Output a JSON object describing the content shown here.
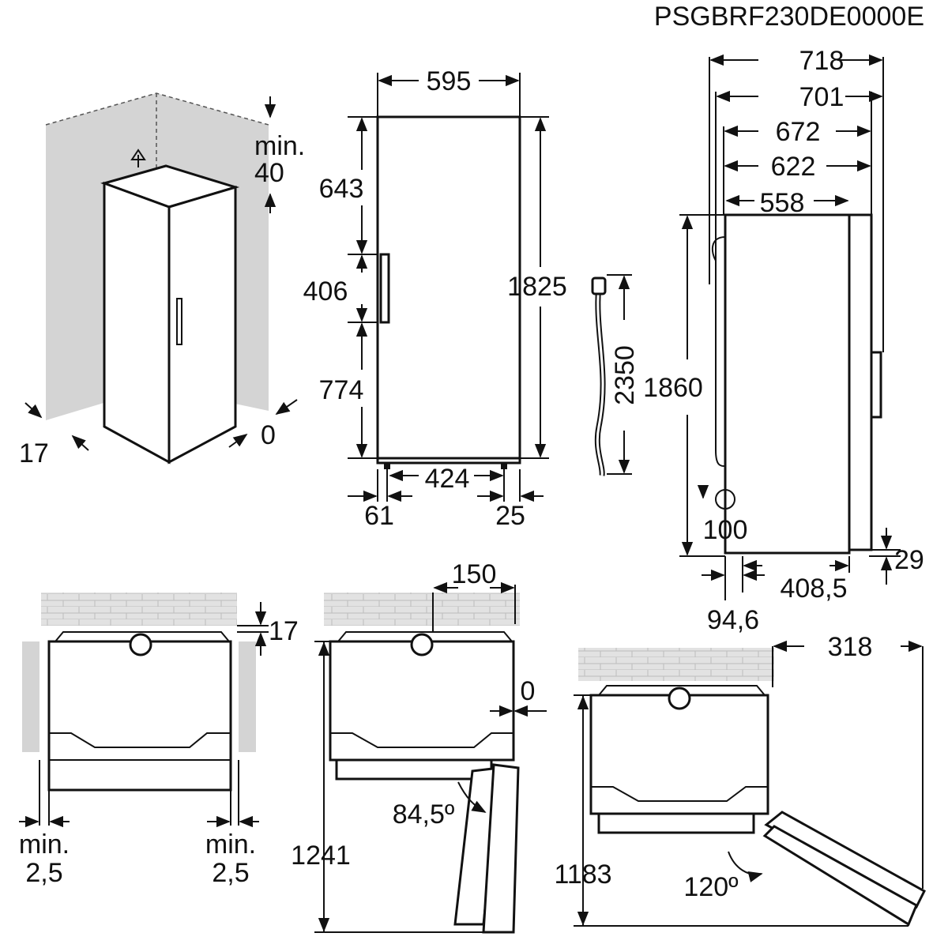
{
  "title": "PSGBRF230DE0000E",
  "perspective_view": {
    "top_clearance": "min.",
    "top_clearance_value": "40",
    "left_gap": "17",
    "right_gap": "0"
  },
  "front_view": {
    "width": "595",
    "upper": "643",
    "handle": "406",
    "lower": "774",
    "height": "1825",
    "feet_span": "424",
    "left_foot": "61",
    "right_foot": "25"
  },
  "cable": {
    "length": "2350"
  },
  "side_view": {
    "d1": "718",
    "d2": "701",
    "d3": "672",
    "d4": "622",
    "d5": "558",
    "height": "1860",
    "socket_height": "100",
    "foot_height": "29",
    "foot_depth": "408,5",
    "rear_offset": "94,6"
  },
  "top_view_1": {
    "wall_gap": "17",
    "left_label": "min.",
    "left_value": "2,5",
    "right_label": "min.",
    "right_value": "2,5"
  },
  "top_view_2": {
    "side": "150",
    "gap": "0",
    "angle": "84,5º",
    "depth": "1241"
  },
  "top_view_3": {
    "side": "318",
    "angle": "120º",
    "depth": "1183"
  }
}
